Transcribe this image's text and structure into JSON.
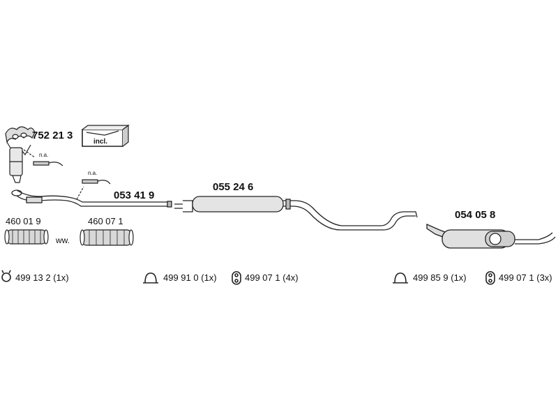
{
  "parts": {
    "manifold_catalyst": "752 21 3",
    "incl_box": "incl.",
    "na_1": "n.a.",
    "na_2": "n.a.",
    "front_pipe": "053 41 9",
    "middle_silencer": "055 24 6",
    "rear_silencer": "054 05 8",
    "flex_pipe_a": "460 01 9",
    "flex_pipe_b": "460 07 1",
    "ww": "ww."
  },
  "hardware": [
    {
      "code": "499 13 2",
      "qty": "(1x)",
      "icon": "ring-clamp-icon"
    },
    {
      "code": "499 91 0",
      "qty": "(1x)",
      "icon": "u-clamp-icon"
    },
    {
      "code": "499 07 1",
      "qty": "(4x)",
      "icon": "rubber-hanger-icon"
    },
    {
      "code": "499 85 9",
      "qty": "(1x)",
      "icon": "u-clamp-icon"
    },
    {
      "code": "499 07 1",
      "qty": "(3x)",
      "icon": "rubber-hanger-icon"
    }
  ]
}
